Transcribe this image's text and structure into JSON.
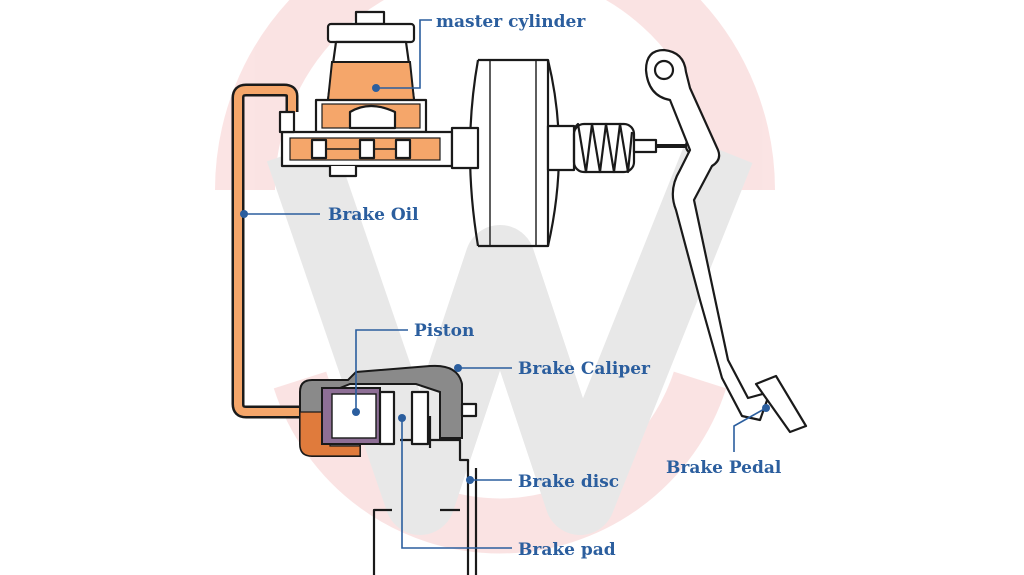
{
  "labels": {
    "master_cylinder": "master cylinder",
    "brake_oil": "Brake Oil",
    "piston": "Piston",
    "brake_caliper": "Brake Caliper",
    "brake_disc": "Brake disc",
    "brake_pad": "Brake pad",
    "brake_pedal": "Brake Pedal"
  },
  "colors": {
    "label": "#2b5e9e",
    "oil": "#f5a66a",
    "oil_dark": "#e07b3c",
    "piston": "#8e6f96",
    "outline": "#1a1a1a"
  }
}
